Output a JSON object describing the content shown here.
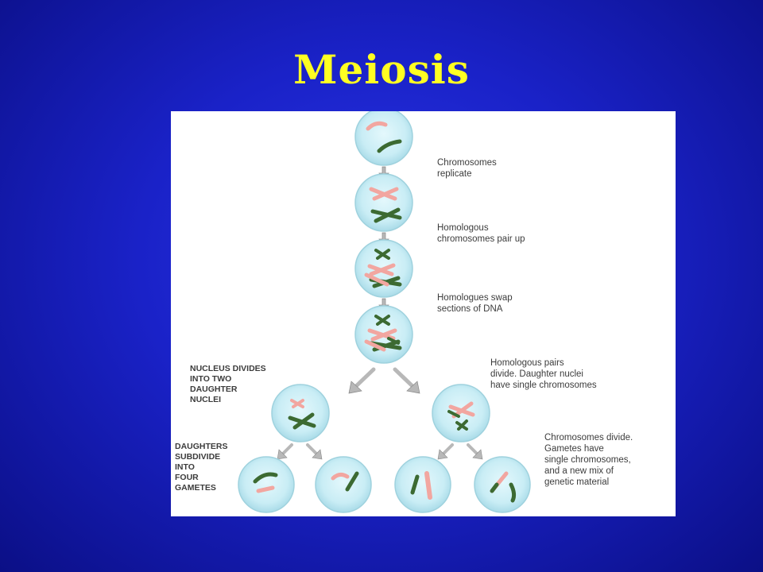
{
  "slide": {
    "title": "Meiosis",
    "colors": {
      "background": "#1a22c8",
      "title": "#ffff22",
      "cell": "#c9edf5",
      "maternal_chromosome": "#f2a6a0",
      "paternal_chromosome": "#3c6a32",
      "arrow": "#b8b8b8"
    }
  },
  "diagram": {
    "steps": [
      {
        "label": "Chromosomes\nreplicate"
      },
      {
        "label": "Homologous\nchromosomes pair up"
      },
      {
        "label": "Homologues swap\nsections of DNA"
      },
      {
        "label": "Homologous pairs\ndivide. Daughter nuclei\nhave single chromosomes"
      },
      {
        "label": "Chromosomes divide.\nGametes have\nsingle chromosomes,\nand a new mix of\ngenetic material"
      }
    ],
    "side_notes": [
      {
        "label": "NUCLEUS DIVIDES\nINTO TWO\nDAUGHTER\nNUCLEI"
      },
      {
        "label": "DAUGHTERS\nSUBDIVIDE\nINTO\nFOUR\nGAMETES"
      }
    ]
  }
}
